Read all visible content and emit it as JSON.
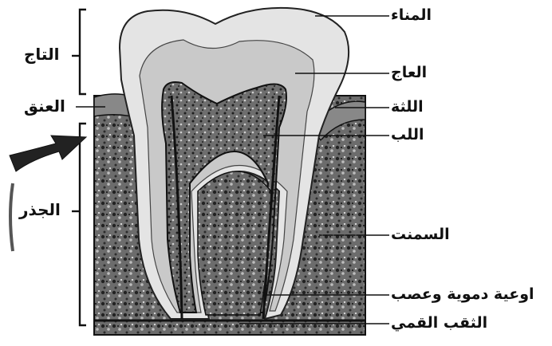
{
  "labels": {
    "enamel": "المناء",
    "dentin": "العاج",
    "gum": "اللثة",
    "pulp": "اللب",
    "cementum": "السمنت",
    "vessels_nerve": "اوعية دموية وعصب",
    "apical_foramen": "الثقب القمي",
    "crown": "التاج",
    "neck": "العنق",
    "root": "الجذر"
  },
  "colors": {
    "ink": "#111111",
    "bone_bg": "#6f6f6f",
    "enamel": "#e4e4e4",
    "dentin": "#c9c9c9",
    "pulp": "#7a7a7a",
    "gum": "#8a8a8a"
  }
}
